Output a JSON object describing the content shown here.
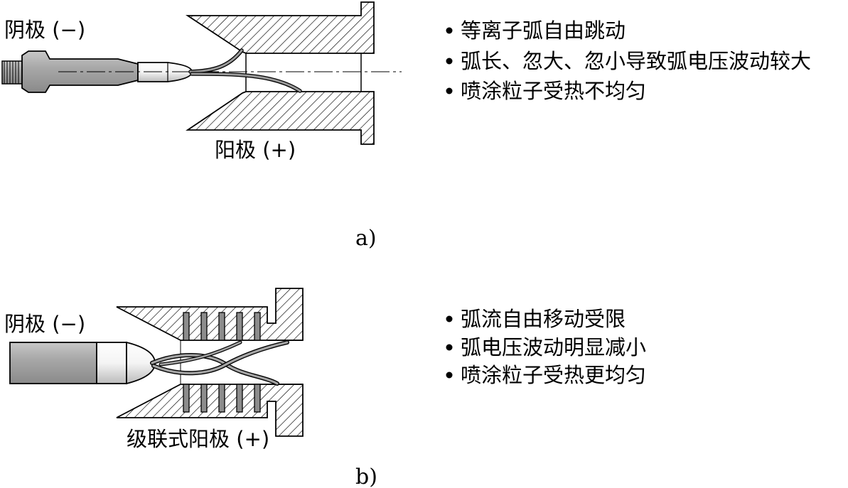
{
  "panel_a": {
    "cathode_label": "阴极 (−)",
    "anode_label": "阳极 (+)",
    "caption": "a)",
    "bullets": [
      "等离子弧自由跳动",
      "弧长、忽大、忽小导致弧电压波动较大",
      "喷涂粒子受热不均匀"
    ]
  },
  "panel_b": {
    "cathode_label": "阴极 (−)",
    "anode_label": "级联式阳极 (+)",
    "caption": "b)",
    "bullets": [
      "弧流自由移动受限",
      "弧电压波动明显减小",
      "喷涂粒子受热更均匀"
    ]
  },
  "colors": {
    "line": "#000000",
    "electrode_gray": "#b4b4b4",
    "tip_light": "#e8e8e8",
    "plate_gray": "#8c8c8c"
  }
}
